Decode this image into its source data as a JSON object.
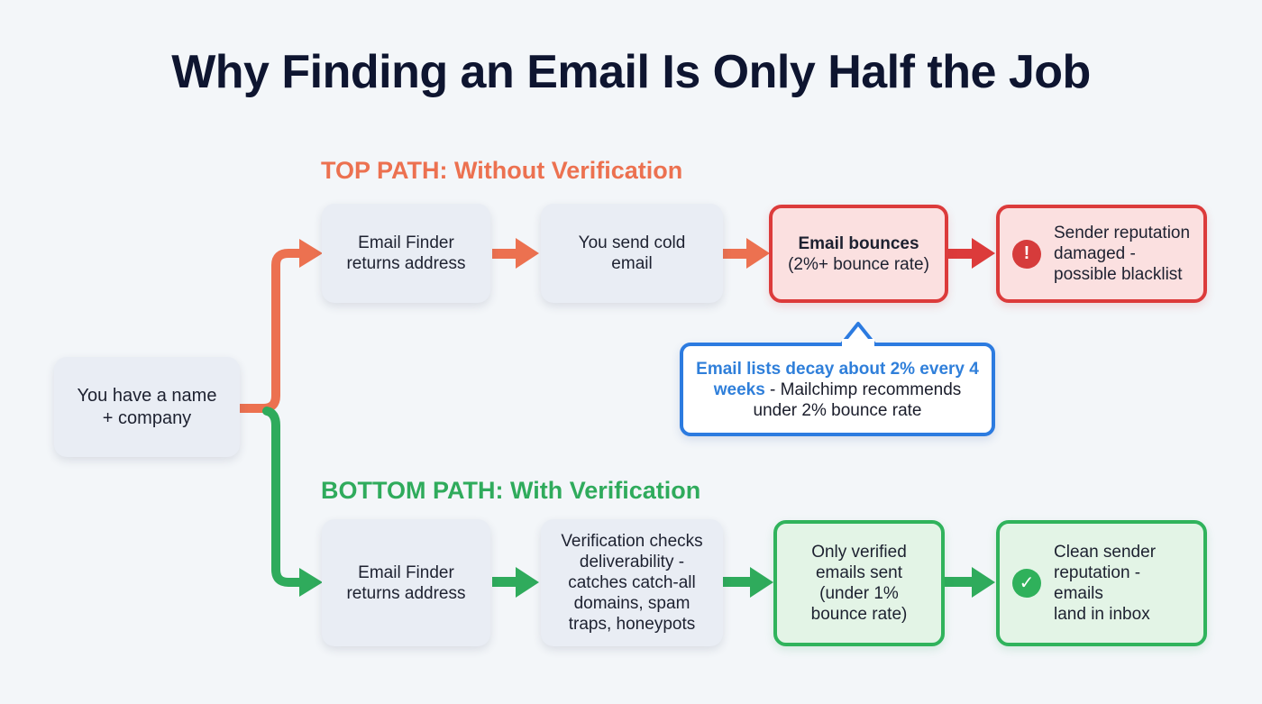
{
  "title": "Why Finding an Email Is Only Half the Job",
  "colors": {
    "background": "#f3f6f9",
    "title": "#0e1530",
    "top_path": "#ec7150",
    "bad": "#dc3b3b",
    "good": "#30b35c",
    "callout": "#2c7be0",
    "neutral_box": "#e9edf4"
  },
  "start": {
    "text_line1": "You have a name",
    "text_line2": "+ company"
  },
  "top_path": {
    "label": "TOP PATH: Without Verification",
    "steps": [
      {
        "line1": "Email Finder",
        "line2": "returns address"
      },
      {
        "line1": "You send cold",
        "line2": "email"
      },
      {
        "bold": "Email bounces",
        "line2": "(2%+ bounce rate)"
      },
      {
        "icon": "alert-icon",
        "icon_glyph": "!",
        "line1": "Sender reputation",
        "line2": "damaged -",
        "line3": "possible blacklist"
      }
    ]
  },
  "callout": {
    "highlight": "Email lists decay about 2% every 4 weeks",
    "rest": " - Mailchimp recommends under 2% bounce rate"
  },
  "bottom_path": {
    "label": "BOTTOM PATH: With Verification",
    "steps": [
      {
        "line1": "Email Finder",
        "line2": "returns address"
      },
      {
        "line1": "Verification checks",
        "line2": "deliverability -",
        "line3": "catches catch-all",
        "line4": "domains, spam",
        "line5": "traps, honeypots"
      },
      {
        "line1": "Only verified",
        "line2": "emails sent",
        "line3": "(under 1%",
        "line4": "bounce rate)"
      },
      {
        "icon": "check-icon",
        "icon_glyph": "✓",
        "line1": "Clean sender",
        "line2": "reputation - emails",
        "line3": "land in inbox"
      }
    ]
  }
}
